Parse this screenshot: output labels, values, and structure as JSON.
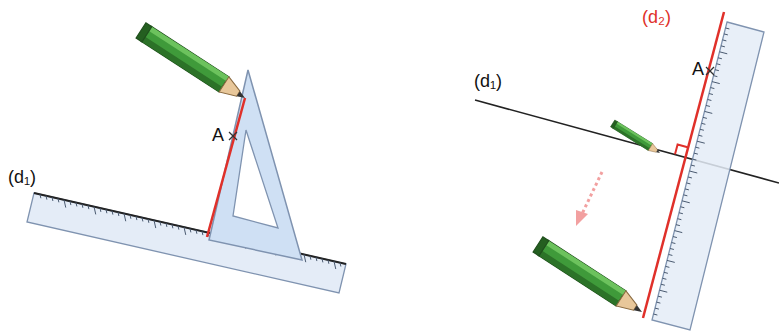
{
  "diagram": {
    "labels": [
      "(d₁)",
      "A",
      "(d₂)",
      "A",
      "(d₁)"
    ]
  }
}
